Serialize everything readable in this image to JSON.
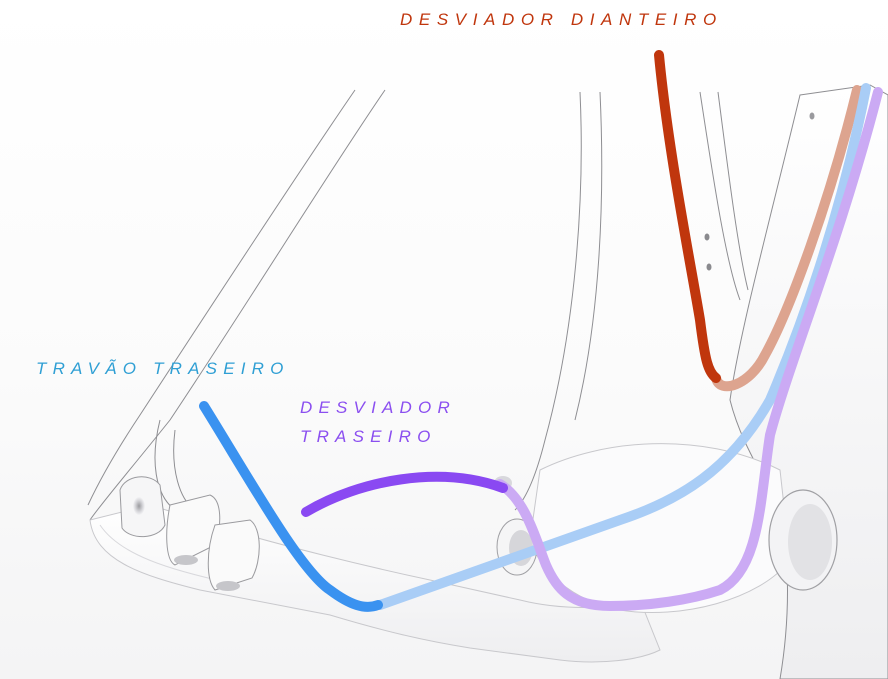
{
  "colors": {
    "front_derailleur": "#c0360d",
    "front_derailleur_internal": "#dda48f",
    "rear_brake": "#3a92f0",
    "rear_brake_internal": "#a9cdf6",
    "rear_derailleur": "#8a49f2",
    "rear_derailleur_internal": "#cbaaf4",
    "brake_label": "#2f9fd4",
    "rear_label": "#8b4ff0"
  },
  "labels": {
    "front_derailleur": "DESVIADOR DIANTEIRO",
    "rear_brake": "TRAVÃO TRASEIRO",
    "rear_derailleur_line1": "DESVIADOR",
    "rear_derailleur_line2": "TRASEIRO"
  }
}
